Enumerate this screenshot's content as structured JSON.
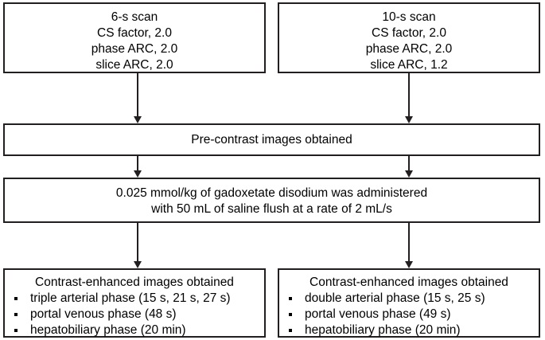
{
  "diagram": {
    "type": "flowchart",
    "orientation": "top-to-bottom",
    "line_color": "#231f20",
    "background_color": "#ffffff",
    "nodes": {
      "scan_6s": {
        "lines": [
          "6-s scan",
          "CS factor, 2.0",
          "phase ARC, 2.0",
          "slice ARC, 2.0"
        ]
      },
      "scan_10s": {
        "lines": [
          "10-s scan",
          "CS factor, 2.0",
          "phase ARC, 2.0",
          "slice ARC, 1.2"
        ]
      },
      "precontrast": {
        "lines": [
          "Pre-contrast images obtained"
        ]
      },
      "contrast_agent": {
        "lines": [
          "0.025 mmol/kg of gadoxetate disodium was administered",
          "with 50 mL of saline flush at a rate of 2 mL/s"
        ]
      },
      "acquisition_triple": {
        "heading": "Contrast-enhanced images obtained",
        "bullets": [
          "triple arterial phase (15 s, 21 s, 27 s)",
          "portal venous phase (48 s)",
          "hepatobiliary phase (20 min)"
        ]
      },
      "acquisition_double": {
        "heading": "Contrast-enhanced images obtained",
        "bullets": [
          "double arterial phase (15 s, 25 s)",
          "portal venous phase (49 s)",
          "hepatobiliary phase (20 min)"
        ]
      }
    },
    "connectors": [
      {
        "name": "scan-6s-to-precontrast",
        "from": "scan_6s",
        "to": "precontrast"
      },
      {
        "name": "scan-10s-to-precontrast",
        "from": "scan_10s",
        "to": "precontrast"
      },
      {
        "name": "precontrast-to-contrast-agent-left",
        "from": "precontrast",
        "to": "contrast_agent"
      },
      {
        "name": "precontrast-to-contrast-agent-right",
        "from": "precontrast",
        "to": "contrast_agent"
      },
      {
        "name": "contrast-agent-to-acquisition-triple",
        "from": "contrast_agent",
        "to": "acquisition_triple"
      },
      {
        "name": "contrast-agent-to-acquisition-double",
        "from": "contrast_agent",
        "to": "acquisition_double"
      }
    ]
  }
}
